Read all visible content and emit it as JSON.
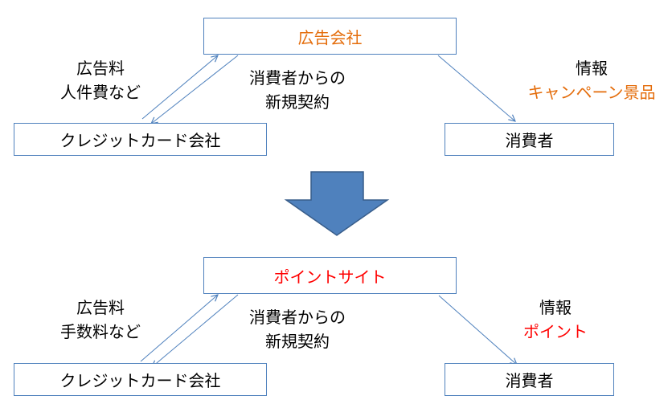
{
  "colors": {
    "box_border": "#4f81bd",
    "connector": "#4f81bd",
    "big_arrow_fill": "#4f81bd",
    "big_arrow_stroke": "#385d8a",
    "orange_text": "#e46c0a",
    "red_text": "#ff0000",
    "black_text": "#000000"
  },
  "top": {
    "hub": "広告会社",
    "left_box": "クレジットカード会社",
    "right_box": "消費者",
    "left_label_line1": "広告料",
    "left_label_line2": "人件費など",
    "mid_label_line1": "消費者からの",
    "mid_label_line2": "新規契約",
    "right_label_line1": "情報",
    "right_label_line2": "キャンペーン景品"
  },
  "bottom": {
    "hub": "ポイントサイト",
    "left_box": "クレジットカード会社",
    "right_box": "消費者",
    "left_label_line1": "広告料",
    "left_label_line2": "手数料など",
    "mid_label_line1": "消費者からの",
    "mid_label_line2": "新規契約",
    "right_label_line1": "情報",
    "right_label_line2": "ポイント"
  },
  "icons": {
    "transition": "down-arrow-icon"
  }
}
